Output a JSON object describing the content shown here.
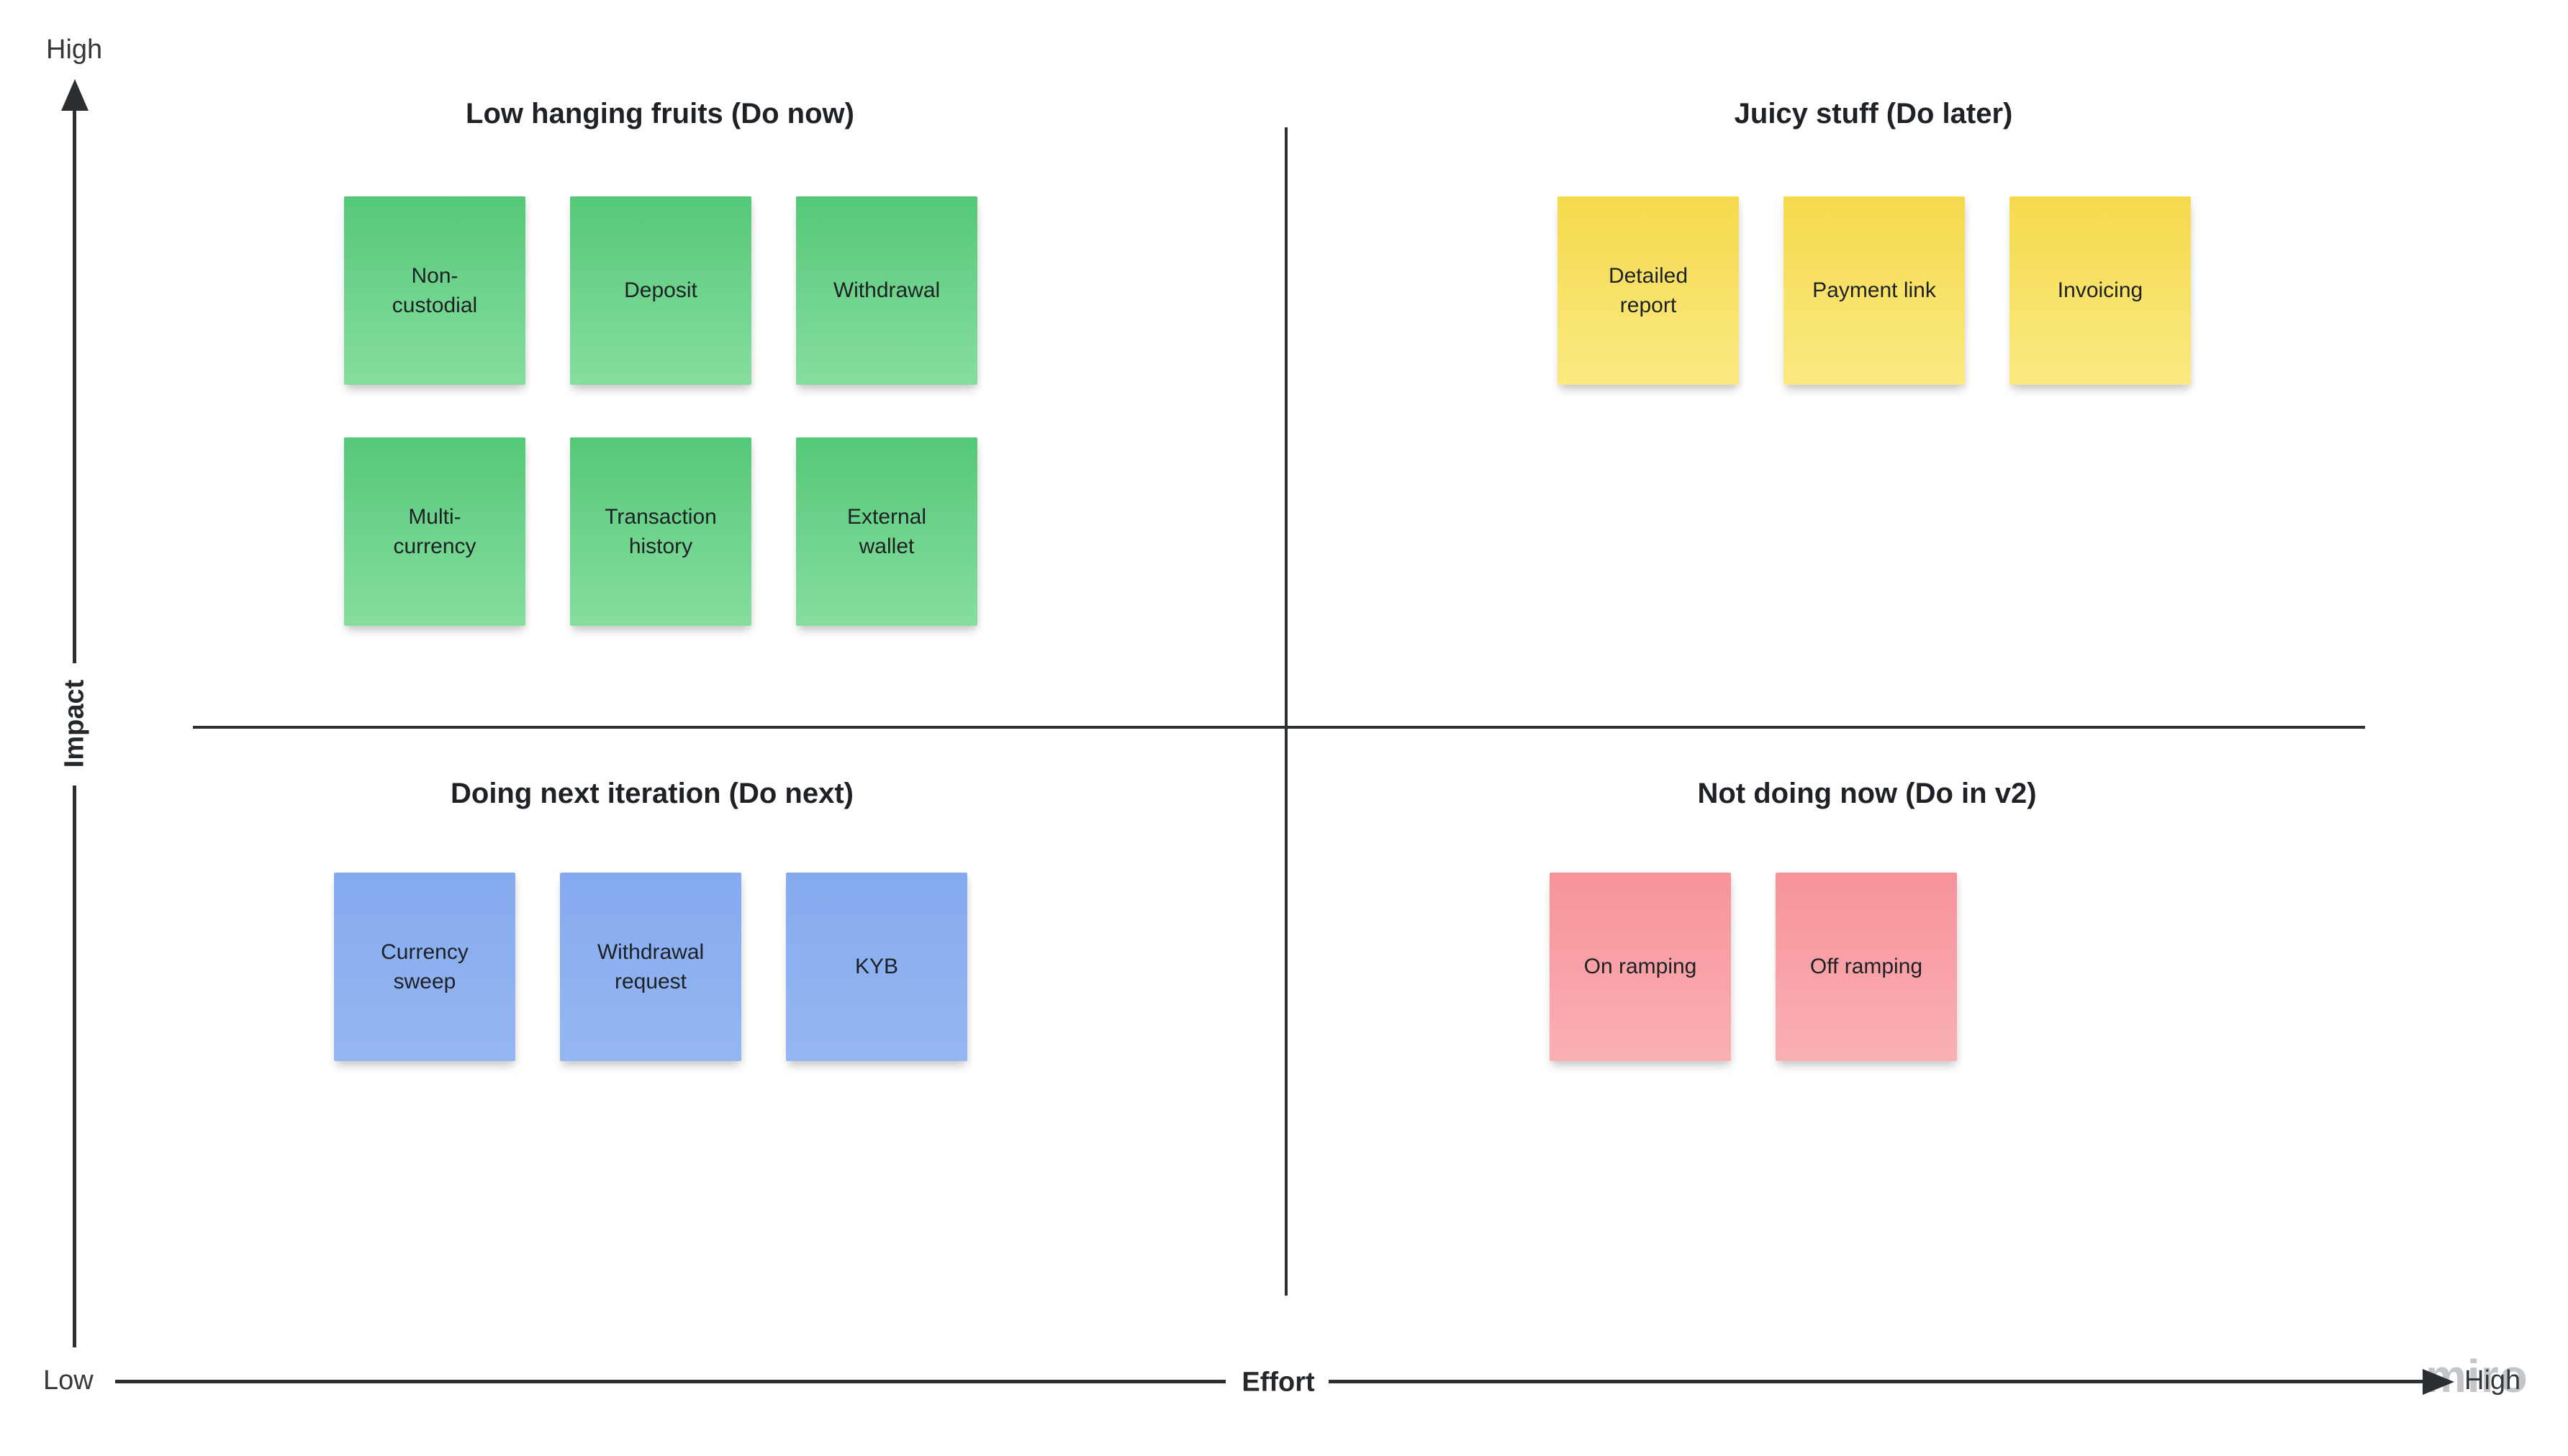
{
  "watermark_logo": "miro",
  "axis": {
    "impact": {
      "label": "Impact",
      "high": "High",
      "low": "Low"
    },
    "effort": {
      "label": "Effort",
      "high": "High"
    },
    "line_color": "#2c2f31"
  },
  "quadrants": {
    "top_left": {
      "title": "Low hanging fruits (Do now)",
      "note_color_top": "#55c878",
      "note_color_bottom": "#86de9e",
      "notes": [
        "Non-\ncustodial",
        "Deposit",
        "Withdrawal",
        "Multi-\ncurrency",
        "Transaction\nhistory",
        "External\nwallet"
      ]
    },
    "top_right": {
      "title": "Juicy stuff (Do later)",
      "note_color_top": "#f5da4d",
      "note_color_bottom": "#fae981",
      "notes": [
        "Detailed\nreport",
        "Payment link",
        "Invoicing"
      ]
    },
    "bottom_left": {
      "title": "Doing next iteration (Do next)",
      "note_color_top": "#85aaee",
      "note_color_bottom": "#95b6f2",
      "notes": [
        "Currency\nsweep",
        "Withdrawal\nrequest",
        "KYB"
      ]
    },
    "bottom_right": {
      "title": "Not doing now (Do in v2)",
      "note_color_top": "#f7939a",
      "note_color_bottom": "#fab0b2",
      "notes": [
        "On ramping",
        "Off ramping"
      ]
    }
  }
}
